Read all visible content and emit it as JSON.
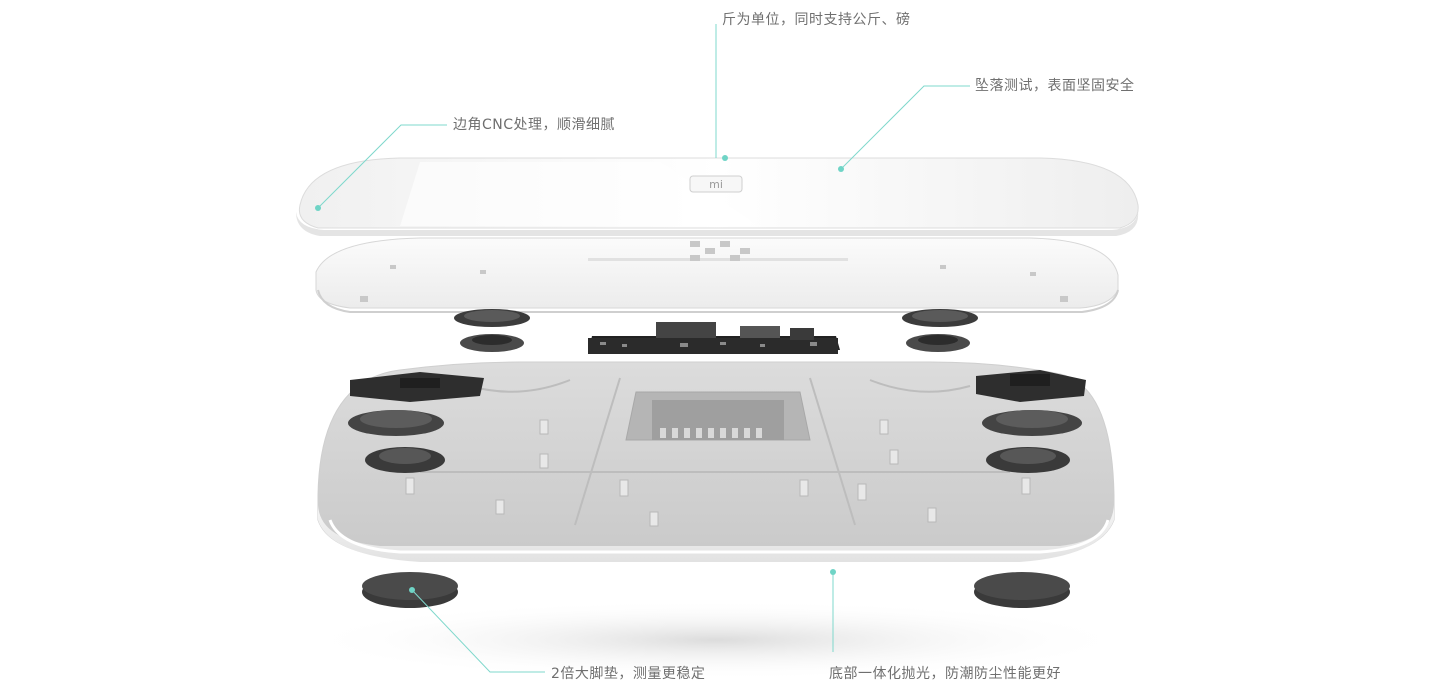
{
  "callouts": {
    "unit": "斤为单位，同时支持公斤、磅",
    "drop_test": "坠落测试，表面坚固安全",
    "cnc_edge": "边角CNC处理，顺滑细腻",
    "feet": "2倍大脚垫，测量更稳定",
    "bottom": "底部一体化抛光，防潮防尘性能更好"
  },
  "logo_text": "mi",
  "colors": {
    "leader_line": "#7fd8cc",
    "callout_text": "#6f6f6f",
    "shell": "#f4f4f4",
    "dark_part": "#2e2e2e"
  },
  "icons": [
    "scale-top-glass",
    "scale-frame",
    "load-sensor",
    "circuit-board",
    "scale-base",
    "foot-pad"
  ]
}
